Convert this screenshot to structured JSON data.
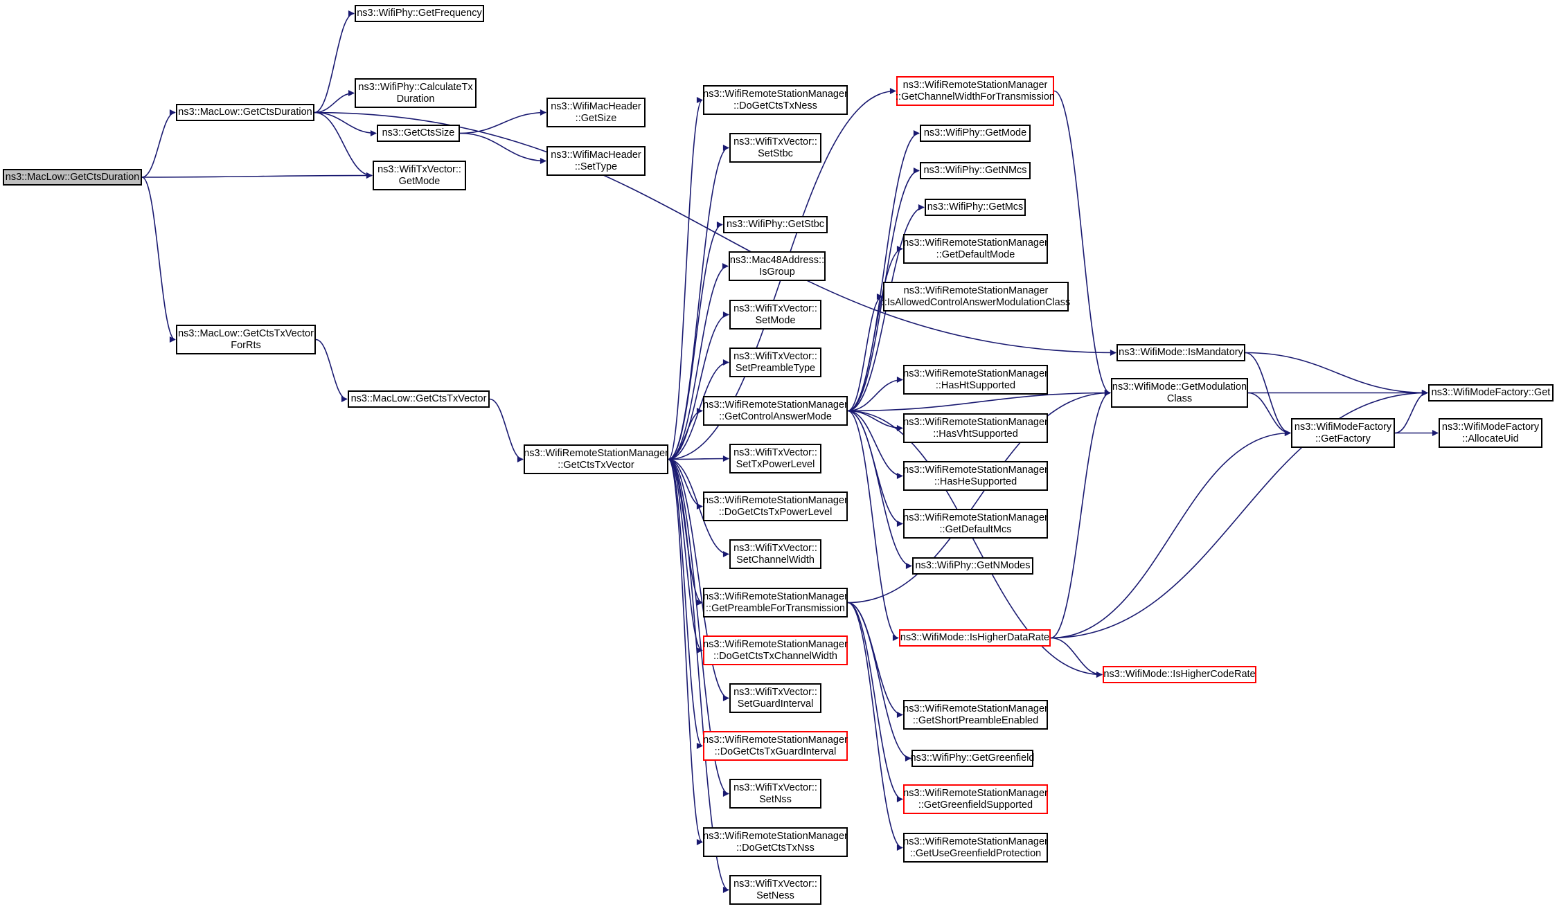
{
  "colors": {
    "edge": "#191970",
    "border": "#000000",
    "border_highlight": "#ff0000",
    "root_fill": "#bfbfbf"
  },
  "nodes": {
    "root": [
      "ns3::MacLow::GetCtsDuration"
    ],
    "mac_low_get_cts_duration": [
      "ns3::MacLow::GetCtsDuration"
    ],
    "mac_low_get_cts_tx_vector_for_rts": [
      "ns3::MacLow::GetCtsTxVector",
      "ForRts"
    ],
    "mac_low_get_cts_tx_vector": [
      "ns3::MacLow::GetCtsTxVector"
    ],
    "wifi_phy_get_frequency": [
      "ns3::WifiPhy::GetFrequency"
    ],
    "wifi_phy_calculate_tx_duration": [
      "ns3::WifiPhy::CalculateTx",
      "Duration"
    ],
    "get_cts_size": [
      "ns3::GetCtsSize"
    ],
    "wifi_tx_vector_get_mode": [
      "ns3::WifiTxVector::",
      "GetMode"
    ],
    "wifi_mac_header_get_size": [
      "ns3::WifiMacHeader",
      "::GetSize"
    ],
    "wifi_mac_header_set_type": [
      "ns3::WifiMacHeader",
      "::SetType"
    ],
    "wrsm_get_cts_tx_vector": [
      "ns3::WifiRemoteStationManager",
      "::GetCtsTxVector"
    ],
    "wrsm_do_get_cts_tx_ness": [
      "ns3::WifiRemoteStationManager",
      "::DoGetCtsTxNess"
    ],
    "wifi_tx_vector_set_stbc": [
      "ns3::WifiTxVector::",
      "SetStbc"
    ],
    "wifi_phy_get_stbc": [
      "ns3::WifiPhy::GetStbc"
    ],
    "mac48_address_is_group": [
      "ns3::Mac48Address::",
      "IsGroup"
    ],
    "wifi_tx_vector_set_mode": [
      "ns3::WifiTxVector::",
      "SetMode"
    ],
    "wifi_tx_vector_set_preamble_type": [
      "ns3::WifiTxVector::",
      "SetPreambleType"
    ],
    "wrsm_get_control_answer_mode": [
      "ns3::WifiRemoteStationManager",
      "::GetControlAnswerMode"
    ],
    "wifi_tx_vector_set_tx_power_level": [
      "ns3::WifiTxVector::",
      "SetTxPowerLevel"
    ],
    "wrsm_do_get_cts_tx_power_level": [
      "ns3::WifiRemoteStationManager",
      "::DoGetCtsTxPowerLevel"
    ],
    "wifi_tx_vector_set_channel_width": [
      "ns3::WifiTxVector::",
      "SetChannelWidth"
    ],
    "wrsm_get_preamble_for_transmission": [
      "ns3::WifiRemoteStationManager",
      "::GetPreambleForTransmission"
    ],
    "wrsm_do_get_cts_tx_channel_width": [
      "ns3::WifiRemoteStationManager",
      "::DoGetCtsTxChannelWidth"
    ],
    "wifi_tx_vector_set_guard_interval": [
      "ns3::WifiTxVector::",
      "SetGuardInterval"
    ],
    "wrsm_do_get_cts_tx_guard_interval": [
      "ns3::WifiRemoteStationManager",
      "::DoGetCtsTxGuardInterval"
    ],
    "wifi_tx_vector_set_nss": [
      "ns3::WifiTxVector::",
      "SetNss"
    ],
    "wrsm_do_get_cts_tx_nss": [
      "ns3::WifiRemoteStationManager",
      "::DoGetCtsTxNss"
    ],
    "wifi_tx_vector_set_ness": [
      "ns3::WifiTxVector::",
      "SetNess"
    ],
    "wrsm_get_channel_width_for_transmission": [
      "ns3::WifiRemoteStationManager",
      "::GetChannelWidthForTransmission"
    ],
    "wifi_phy_get_mode": [
      "ns3::WifiPhy::GetMode"
    ],
    "wifi_phy_get_n_mcs": [
      "ns3::WifiPhy::GetNMcs"
    ],
    "wifi_phy_get_mcs": [
      "ns3::WifiPhy::GetMcs"
    ],
    "wrsm_get_default_mode": [
      "ns3::WifiRemoteStationManager",
      "::GetDefaultMode"
    ],
    "wrsm_is_allowed_control_answer_modulation_class": [
      "ns3::WifiRemoteStationManager",
      "::IsAllowedControlAnswerModulationClass"
    ],
    "wrsm_has_ht_supported": [
      "ns3::WifiRemoteStationManager",
      "::HasHtSupported"
    ],
    "wrsm_has_vht_supported": [
      "ns3::WifiRemoteStationManager",
      "::HasVhtSupported"
    ],
    "wrsm_has_he_supported": [
      "ns3::WifiRemoteStationManager",
      "::HasHeSupported"
    ],
    "wrsm_get_default_mcs": [
      "ns3::WifiRemoteStationManager",
      "::GetDefaultMcs"
    ],
    "wifi_phy_get_n_modes": [
      "ns3::WifiPhy::GetNModes"
    ],
    "wifi_mode_is_higher_data_rate": [
      "ns3::WifiMode::IsHigherDataRate"
    ],
    "wrsm_get_short_preamble_enabled": [
      "ns3::WifiRemoteStationManager",
      "::GetShortPreambleEnabled"
    ],
    "wifi_phy_get_greenfield": [
      "ns3::WifiPhy::GetGreenfield"
    ],
    "wrsm_get_greenfield_supported": [
      "ns3::WifiRemoteStationManager",
      "::GetGreenfieldSupported"
    ],
    "wrsm_get_use_greenfield_protection": [
      "ns3::WifiRemoteStationManager",
      "::GetUseGreenfieldProtection"
    ],
    "wifi_mode_is_mandatory": [
      "ns3::WifiMode::IsMandatory"
    ],
    "wifi_mode_get_modulation_class": [
      "ns3::WifiMode::GetModulation",
      "Class"
    ],
    "wifi_mode_is_higher_code_rate": [
      "ns3::WifiMode::IsHigherCodeRate"
    ],
    "wifi_mode_factory_get_factory": [
      "ns3::WifiModeFactory",
      "::GetFactory"
    ],
    "wifi_mode_factory_get": [
      "ns3::WifiModeFactory::Get"
    ],
    "wifi_mode_factory_allocate_uid": [
      "ns3::WifiModeFactory",
      "::AllocateUid"
    ]
  },
  "highlighted_nodes": [
    "wrsm_get_channel_width_for_transmission",
    "wrsm_do_get_cts_tx_channel_width",
    "wrsm_do_get_cts_tx_guard_interval",
    "wifi_mode_is_higher_data_rate",
    "wrsm_get_greenfield_supported",
    "wifi_mode_is_higher_code_rate"
  ],
  "edges": [
    [
      "root",
      "mac_low_get_cts_duration"
    ],
    [
      "root",
      "wifi_tx_vector_get_mode"
    ],
    [
      "root",
      "mac_low_get_cts_tx_vector_for_rts"
    ],
    [
      "mac_low_get_cts_duration",
      "wifi_phy_get_frequency"
    ],
    [
      "mac_low_get_cts_duration",
      "wifi_mode_is_mandatory"
    ],
    [
      "mac_low_get_cts_duration",
      "wifi_phy_calculate_tx_duration"
    ],
    [
      "mac_low_get_cts_duration",
      "get_cts_size"
    ],
    [
      "mac_low_get_cts_duration",
      "wifi_tx_vector_get_mode"
    ],
    [
      "get_cts_size",
      "wifi_mac_header_get_size"
    ],
    [
      "get_cts_size",
      "wifi_mac_header_set_type"
    ],
    [
      "mac_low_get_cts_tx_vector_for_rts",
      "mac_low_get_cts_tx_vector"
    ],
    [
      "mac_low_get_cts_tx_vector",
      "wrsm_get_cts_tx_vector"
    ],
    [
      "wrsm_get_cts_tx_vector",
      "wrsm_do_get_cts_tx_ness"
    ],
    [
      "wrsm_get_cts_tx_vector",
      "wifi_tx_vector_set_stbc"
    ],
    [
      "wrsm_get_cts_tx_vector",
      "wrsm_get_channel_width_for_transmission"
    ],
    [
      "wrsm_get_cts_tx_vector",
      "wifi_phy_get_stbc"
    ],
    [
      "wrsm_get_cts_tx_vector",
      "mac48_address_is_group"
    ],
    [
      "wrsm_get_cts_tx_vector",
      "wifi_tx_vector_set_mode"
    ],
    [
      "wrsm_get_cts_tx_vector",
      "wifi_tx_vector_set_preamble_type"
    ],
    [
      "wrsm_get_cts_tx_vector",
      "wrsm_get_control_answer_mode"
    ],
    [
      "wrsm_get_cts_tx_vector",
      "wifi_tx_vector_set_tx_power_level"
    ],
    [
      "wrsm_get_cts_tx_vector",
      "wrsm_do_get_cts_tx_power_level"
    ],
    [
      "wrsm_get_cts_tx_vector",
      "wifi_tx_vector_set_channel_width"
    ],
    [
      "wrsm_get_cts_tx_vector",
      "wrsm_get_preamble_for_transmission"
    ],
    [
      "wrsm_get_cts_tx_vector",
      "wrsm_do_get_cts_tx_channel_width"
    ],
    [
      "wrsm_get_cts_tx_vector",
      "wifi_tx_vector_set_guard_interval"
    ],
    [
      "wrsm_get_cts_tx_vector",
      "wrsm_do_get_cts_tx_guard_interval"
    ],
    [
      "wrsm_get_cts_tx_vector",
      "wifi_tx_vector_set_nss"
    ],
    [
      "wrsm_get_cts_tx_vector",
      "wrsm_do_get_cts_tx_nss"
    ],
    [
      "wrsm_get_cts_tx_vector",
      "wifi_tx_vector_set_ness"
    ],
    [
      "wrsm_get_control_answer_mode",
      "wifi_phy_get_mode"
    ],
    [
      "wrsm_get_control_answer_mode",
      "wifi_phy_get_n_mcs"
    ],
    [
      "wrsm_get_control_answer_mode",
      "wifi_phy_get_mcs"
    ],
    [
      "wrsm_get_control_answer_mode",
      "wrsm_get_default_mode"
    ],
    [
      "wrsm_get_control_answer_mode",
      "wrsm_is_allowed_control_answer_modulation_class"
    ],
    [
      "wrsm_get_control_answer_mode",
      "wifi_mode_get_modulation_class"
    ],
    [
      "wrsm_get_control_answer_mode",
      "wrsm_has_ht_supported"
    ],
    [
      "wrsm_get_control_answer_mode",
      "wrsm_has_vht_supported"
    ],
    [
      "wrsm_get_control_answer_mode",
      "wrsm_has_he_supported"
    ],
    [
      "wrsm_get_control_answer_mode",
      "wrsm_get_default_mcs"
    ],
    [
      "wrsm_get_control_answer_mode",
      "wifi_phy_get_n_modes"
    ],
    [
      "wrsm_get_control_answer_mode",
      "wifi_mode_is_higher_data_rate"
    ],
    [
      "wrsm_get_control_answer_mode",
      "wifi_mode_is_higher_code_rate"
    ],
    [
      "wrsm_get_preamble_for_transmission",
      "wifi_mode_get_modulation_class"
    ],
    [
      "wrsm_get_preamble_for_transmission",
      "wrsm_get_short_preamble_enabled"
    ],
    [
      "wrsm_get_preamble_for_transmission",
      "wifi_phy_get_greenfield"
    ],
    [
      "wrsm_get_preamble_for_transmission",
      "wrsm_get_greenfield_supported"
    ],
    [
      "wrsm_get_preamble_for_transmission",
      "wrsm_get_use_greenfield_protection"
    ],
    [
      "wrsm_get_channel_width_for_transmission",
      "wifi_mode_get_modulation_class"
    ],
    [
      "wifi_mode_is_higher_data_rate",
      "wifi_mode_get_modulation_class"
    ],
    [
      "wifi_mode_is_higher_data_rate",
      "wifi_mode_factory_get_factory"
    ],
    [
      "wifi_mode_is_higher_data_rate",
      "wifi_mode_factory_get"
    ],
    [
      "wifi_mode_is_higher_data_rate",
      "wifi_mode_is_higher_code_rate"
    ],
    [
      "wifi_mode_is_mandatory",
      "wifi_mode_factory_get_factory"
    ],
    [
      "wifi_mode_is_mandatory",
      "wifi_mode_factory_get"
    ],
    [
      "wifi_mode_get_modulation_class",
      "wifi_mode_factory_get_factory"
    ],
    [
      "wifi_mode_get_modulation_class",
      "wifi_mode_factory_get"
    ],
    [
      "wifi_mode_factory_get_factory",
      "wifi_mode_factory_get"
    ],
    [
      "wifi_mode_factory_get_factory",
      "wifi_mode_factory_allocate_uid"
    ]
  ]
}
